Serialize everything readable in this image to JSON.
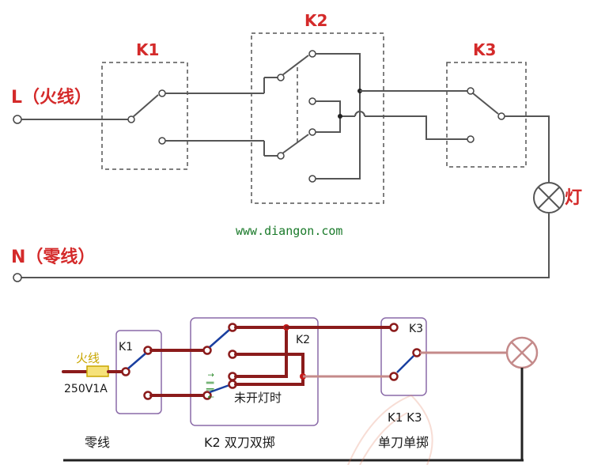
{
  "top": {
    "k1": "K1",
    "k2": "K2",
    "k3": "K3",
    "live": "L（火线）",
    "neutral": "N（零线）",
    "lamp": "灯",
    "watermark": "www.diangon.com"
  },
  "bottom": {
    "k1": "K1",
    "k2": "K2",
    "k3": "K3",
    "fire": "火线",
    "fuse": "250V1A",
    "unlit": "未开灯时",
    "neutral": "零线",
    "k2_desc": "K2 双刀双掷",
    "k1k3": "K1 K3",
    "spst_desc": "单刀单掷",
    "arrow_chars": "↑ ‖ ‖ ↓"
  },
  "colors": {
    "label_red": "#d42a2a",
    "wire_dark_red": "#8b1b1b",
    "blade_blue": "#1a3fa0",
    "box_purple": "#8a6aa8"
  }
}
